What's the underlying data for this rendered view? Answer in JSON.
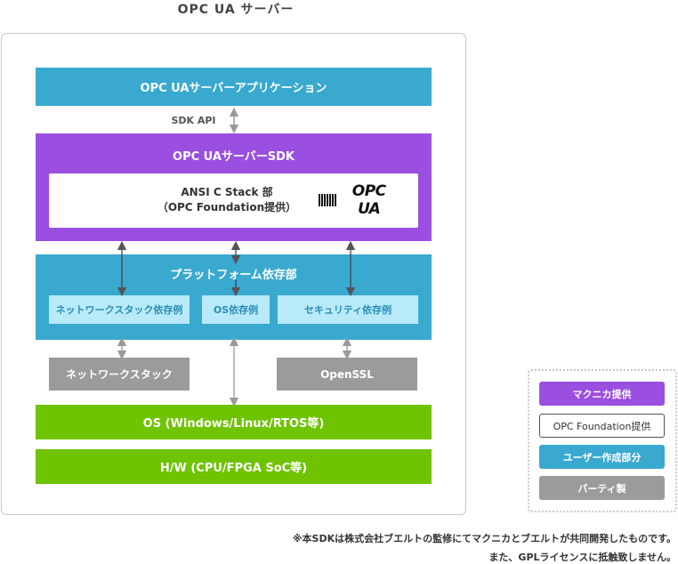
{
  "title": "OPC UA サーバー",
  "app_layer": "OPC UAサーバーアプリケーション",
  "sdk_api_label": "SDK API",
  "sdk": {
    "title": "OPC UAサーバーSDK",
    "stack_line1": "ANSI C Stack 部",
    "stack_line2": "（OPC Foundation提供）",
    "logo_text": "OPC UA"
  },
  "platform": {
    "title": "プラットフォーム依存部",
    "items": [
      "ネットワークスタック依存例",
      "OS依存例",
      "セキュリティ依存例"
    ]
  },
  "network_stack": "ネットワークスタック",
  "openssl": "OpenSSL",
  "os_layer": "OS (Windows/Linux/RTOS等)",
  "hw_layer": "H/W (CPU/FPGA SoC等)",
  "legend": {
    "items": [
      "マクニカ提供",
      "OPC Foundation提供",
      "ユーザー作成部分",
      "パーティ製"
    ]
  },
  "notes": [
    "※本SDKは株式会社ブエルトの監修にてマクニカとブエルトが共同開発したものです。",
    "また、GPLライセンスに抵触致しません。"
  ],
  "colors": {
    "blue": "#3aa9cf",
    "purple": "#9a4fe0",
    "green": "#6fc300",
    "gray": "#9b9b9b",
    "light_blue": "#b8eafa"
  }
}
